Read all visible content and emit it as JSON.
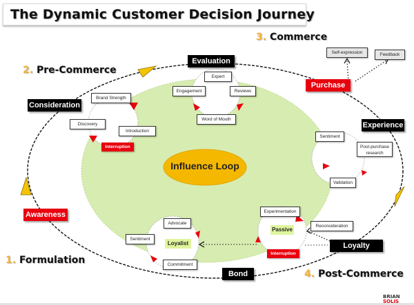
{
  "title": "The Dynamic Customer Decision Journey",
  "colors": {
    "stage_black": "#000000",
    "stage_red": "#e8000e",
    "influence_area": "#d7ecb0",
    "influence_loop": "#f5b800",
    "phase_number": "#f2b33d",
    "tag_green": "#dff59d",
    "arrow_yellow": "#f5c400"
  },
  "phases": [
    {
      "number": "1.",
      "label": "Formulation"
    },
    {
      "number": "2.",
      "label": "Pre-Commerce"
    },
    {
      "number": "3.",
      "label": "Commerce"
    },
    {
      "number": "4.",
      "label": "Post-Commerce"
    }
  ],
  "stages": {
    "awareness": "Awareness",
    "consideration": "Consideration",
    "evaluation": "Evaluation",
    "purchase": "Purchase",
    "experience": "Experience",
    "loyalty": "Loyalty",
    "bond": "Bond"
  },
  "center": "Influence Loop",
  "consideration_loop": {
    "nodes": [
      "Brand Strength",
      "Discovery",
      "Introduction"
    ],
    "interruption": "Interruption"
  },
  "evaluation_loop": {
    "nodes": [
      "Expert",
      "Engagement",
      "Reviews",
      "Word of Mouth"
    ]
  },
  "purchase_outputs": [
    "Self-expression",
    "Feedback"
  ],
  "experience_loop": {
    "nodes": [
      "Sentiment",
      "Post-purchase research",
      "Validation"
    ]
  },
  "passive_loop": {
    "center": "Passive",
    "nodes": [
      "Experimentation",
      "Reconsideration"
    ],
    "interruption": "Interruption"
  },
  "loyalist_loop": {
    "center": "Loyalist",
    "nodes": [
      "Advocate",
      "Sentiment",
      "Commitment"
    ]
  },
  "logo": {
    "line1": "BRIAN",
    "line2": "SOLIS"
  }
}
